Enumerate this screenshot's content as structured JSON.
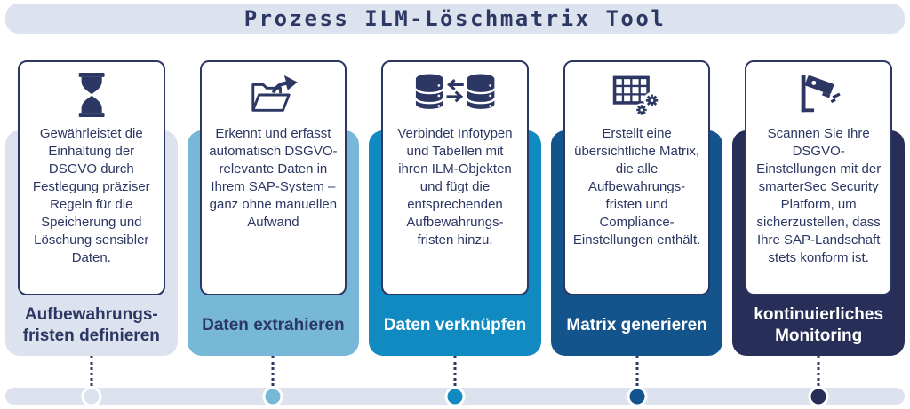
{
  "title": "Prozess ILM-Löschmatrix Tool",
  "colors": {
    "navy": "#2c3763",
    "panel": "#dce3ee",
    "track": "#dce3ee",
    "card_background": "#ffffff"
  },
  "steps": [
    {
      "icon": "hourglass-icon",
      "description": "Gewährleistet die Einhaltung der DSGVO durch Festlegung präziser Regeln für die Speicherung und Löschung sensibler Daten.",
      "label": "Aufbewahrungs-\nfristen definieren",
      "accent": "#dce3ee",
      "label_color": "#2c3763"
    },
    {
      "icon": "folder-export-icon",
      "description": "Erkennt und erfasst automatisch DSGVO-relevante Daten in Ihrem SAP-System – ganz ohne manuellen Aufwand",
      "label": "Daten extrahieren",
      "accent": "#77b8d8",
      "label_color": "#2c3763"
    },
    {
      "icon": "database-sync-icon",
      "description": "Verbindet Infotypen und Tabellen mit ihren ILM-Objekten und fügt die entsprechenden Aufbewahrungs-fristen hinzu.",
      "label": "Daten verknüpfen",
      "accent": "#118ac2",
      "label_color": "#ffffff"
    },
    {
      "icon": "matrix-gears-icon",
      "description": "Erstellt eine übersichtliche Matrix, die alle Aufbewahrungs-fristen und Compliance-Einstellungen enthält.",
      "label": "Matrix generieren",
      "accent": "#14548c",
      "label_color": "#ffffff"
    },
    {
      "icon": "cctv-camera-icon",
      "description": "Scannen Sie Ihre DSGVO-Einstellungen mit der smarterSec Security Platform, um sicherzustellen, dass Ihre SAP-Landschaft stets konform ist.",
      "label": "kontinuierliches\nMonitoring",
      "accent": "#272f58",
      "label_color": "#ffffff"
    }
  ]
}
